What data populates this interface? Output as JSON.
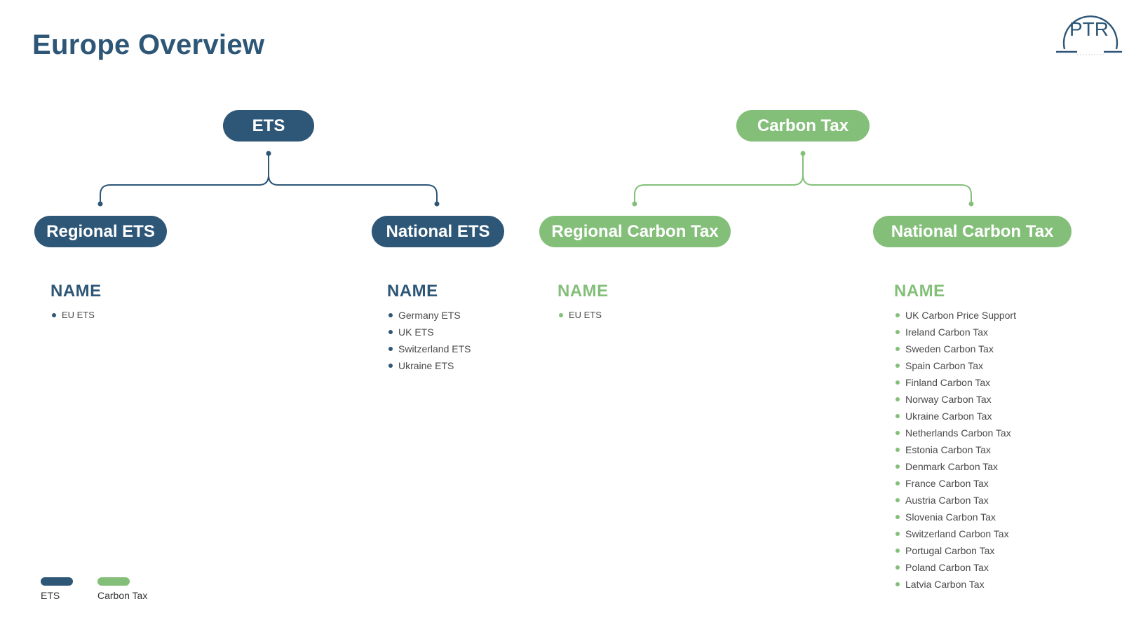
{
  "page": {
    "title": "Europe Overview"
  },
  "logo": {
    "text": "PTR"
  },
  "colors": {
    "ets": "#2d5677",
    "carbon_tax": "#84bf7a"
  },
  "tree": {
    "ets": {
      "root": "ETS",
      "regional": "Regional ETS",
      "national": "National ETS",
      "regional_list": {
        "heading": "NAME",
        "items": [
          "EU ETS"
        ]
      },
      "national_list": {
        "heading": "NAME",
        "items": [
          "Germany ETS",
          "UK ETS",
          "Switzerland ETS",
          "Ukraine ETS"
        ]
      }
    },
    "carbon_tax": {
      "root": "Carbon Tax",
      "regional": "Regional Carbon Tax",
      "national": "National Carbon Tax",
      "regional_list": {
        "heading": "NAME",
        "items": [
          "EU ETS"
        ]
      },
      "national_list": {
        "heading": "NAME",
        "items": [
          "UK Carbon Price Support",
          "Ireland Carbon Tax",
          "Sweden Carbon Tax",
          "Spain Carbon Tax",
          "Finland Carbon Tax",
          "Norway Carbon Tax",
          "Ukraine Carbon Tax",
          "Netherlands Carbon Tax",
          "Estonia Carbon Tax",
          "Denmark Carbon Tax",
          "France Carbon Tax",
          "Austria Carbon Tax",
          "Slovenia Carbon Tax",
          "Switzerland Carbon Tax",
          "Portugal Carbon Tax",
          "Poland Carbon Tax",
          "Latvia Carbon Tax"
        ]
      }
    }
  },
  "legend": {
    "ets": "ETS",
    "carbon_tax": "Carbon Tax"
  }
}
